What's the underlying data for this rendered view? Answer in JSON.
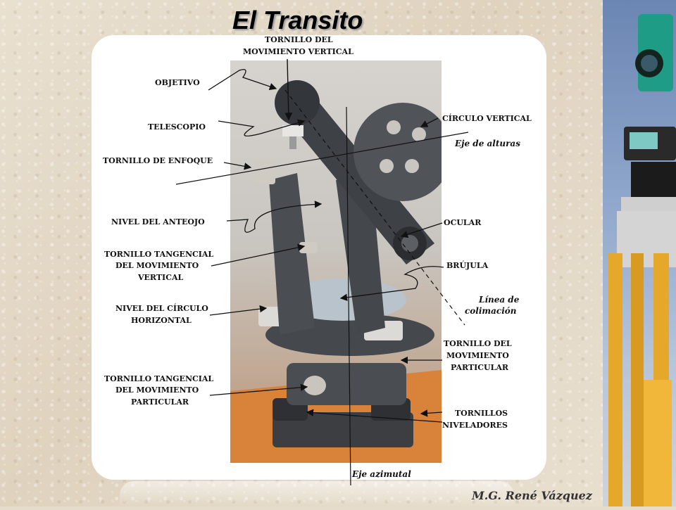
{
  "title": "El Transito",
  "credit": "M.G. René Vázquez",
  "colors": {
    "background": "#e6dccb",
    "panel": "#ffffff",
    "instrument_body": "#4a4d52",
    "strip_sky": "#6b86b3",
    "tripod_yellow": "#e6a82b"
  },
  "labels": {
    "tornillo_movimiento_vertical": [
      "TORNILLO DEL",
      "MOVIMIENTO VERTICAL"
    ],
    "objetivo": "OBJETIVO",
    "telescopio": "TELESCOPIO",
    "tornillo_enfoque": "TORNILLO DE ENFOQUE",
    "nivel_anteojo": "NIVEL DEL ANTEOJO",
    "tornillo_tangencial_vertical": [
      "TORNILLO TANGENCIAL",
      "DEL MOVIMIENTO",
      "VERTICAL"
    ],
    "nivel_circulo_horizontal": [
      "NIVEL DEL CÍRCULO",
      "HORIZONTAL"
    ],
    "tornillo_tangencial_particular": [
      "TORNILLO TANGENCIAL",
      "DEL MOVIMIENTO",
      "PARTICULAR"
    ],
    "circulo_vertical": "CÍRCULO VERTICAL",
    "eje_alturas": "Eje de alturas",
    "ocular": "OCULAR",
    "brujula": "BRÚJULA",
    "linea_colimacion": [
      "Línea de",
      "colimación"
    ],
    "tornillo_movimiento_particular": [
      "TORNILLO DEL",
      "MOVIMIENTO",
      "PARTICULAR"
    ],
    "tornillos_niveladores": [
      "TORNILLOS",
      "NIVELADORES"
    ],
    "eje_azimutal": "Eje azimutal"
  }
}
